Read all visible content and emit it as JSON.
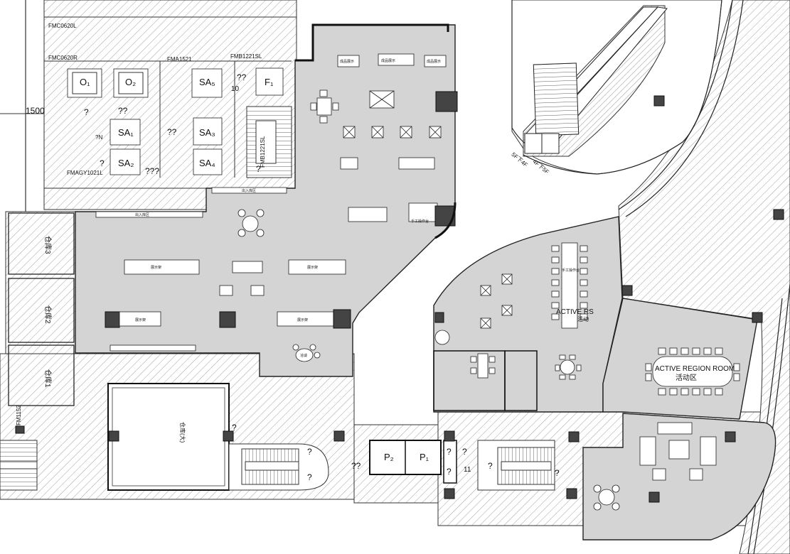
{
  "plan": {
    "dimension_label": "1500",
    "door_codes": {
      "fmc0620l": "FMC0620L",
      "fmc0620r": "FMC0620R",
      "fma1521": "FMA1521",
      "fmb1221sl_top": "FMB1221SL",
      "fmb1221sl_side": "FMB1221SL",
      "fmagy1021l": "FMAGY1021L",
      "fm1152": "FM1152"
    },
    "rooms": {
      "o1": "O₁",
      "o2": "O₂",
      "sa1": "SA₁",
      "sa2": "SA₂",
      "sa3": "SA₃",
      "sa4": "SA₄",
      "sa5": "SA₅",
      "f1": "F₁",
      "p2": "P₂",
      "p1": "P₁",
      "storage3": "仓库3",
      "storage2": "仓库2",
      "storage1": "仓库1",
      "warehouse_big": "仓库(大)",
      "active_region_room_en": "ACTIVE REGION ROOM",
      "active_region_room_cn": "活动区",
      "active_rs_en": "ACTIVE RS",
      "active_rs_cn": "活动"
    },
    "escalator_labels": {
      "left": "5F下4F",
      "right": "4F下5F"
    },
    "misc_marks": {
      "q1": "?",
      "q2": "??",
      "q3": "???",
      "num10": "10",
      "num11": "11",
      "n_mark": "?N"
    },
    "tiny_labels": {
      "furniture_a": "成品展示",
      "furniture_b": "手工操作台",
      "furniture_c": "展示架",
      "entrance": "出入库区",
      "table_a": "洽谈"
    }
  }
}
